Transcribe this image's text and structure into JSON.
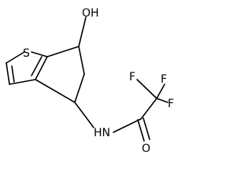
{
  "atoms": {
    "s": "S",
    "oh": "OH",
    "nh": "HN",
    "o": "O",
    "f1": "F",
    "f2": "F",
    "f3": "F"
  },
  "colors": {
    "bond": "#000000",
    "label": "#000000",
    "background": "#ffffff"
  }
}
